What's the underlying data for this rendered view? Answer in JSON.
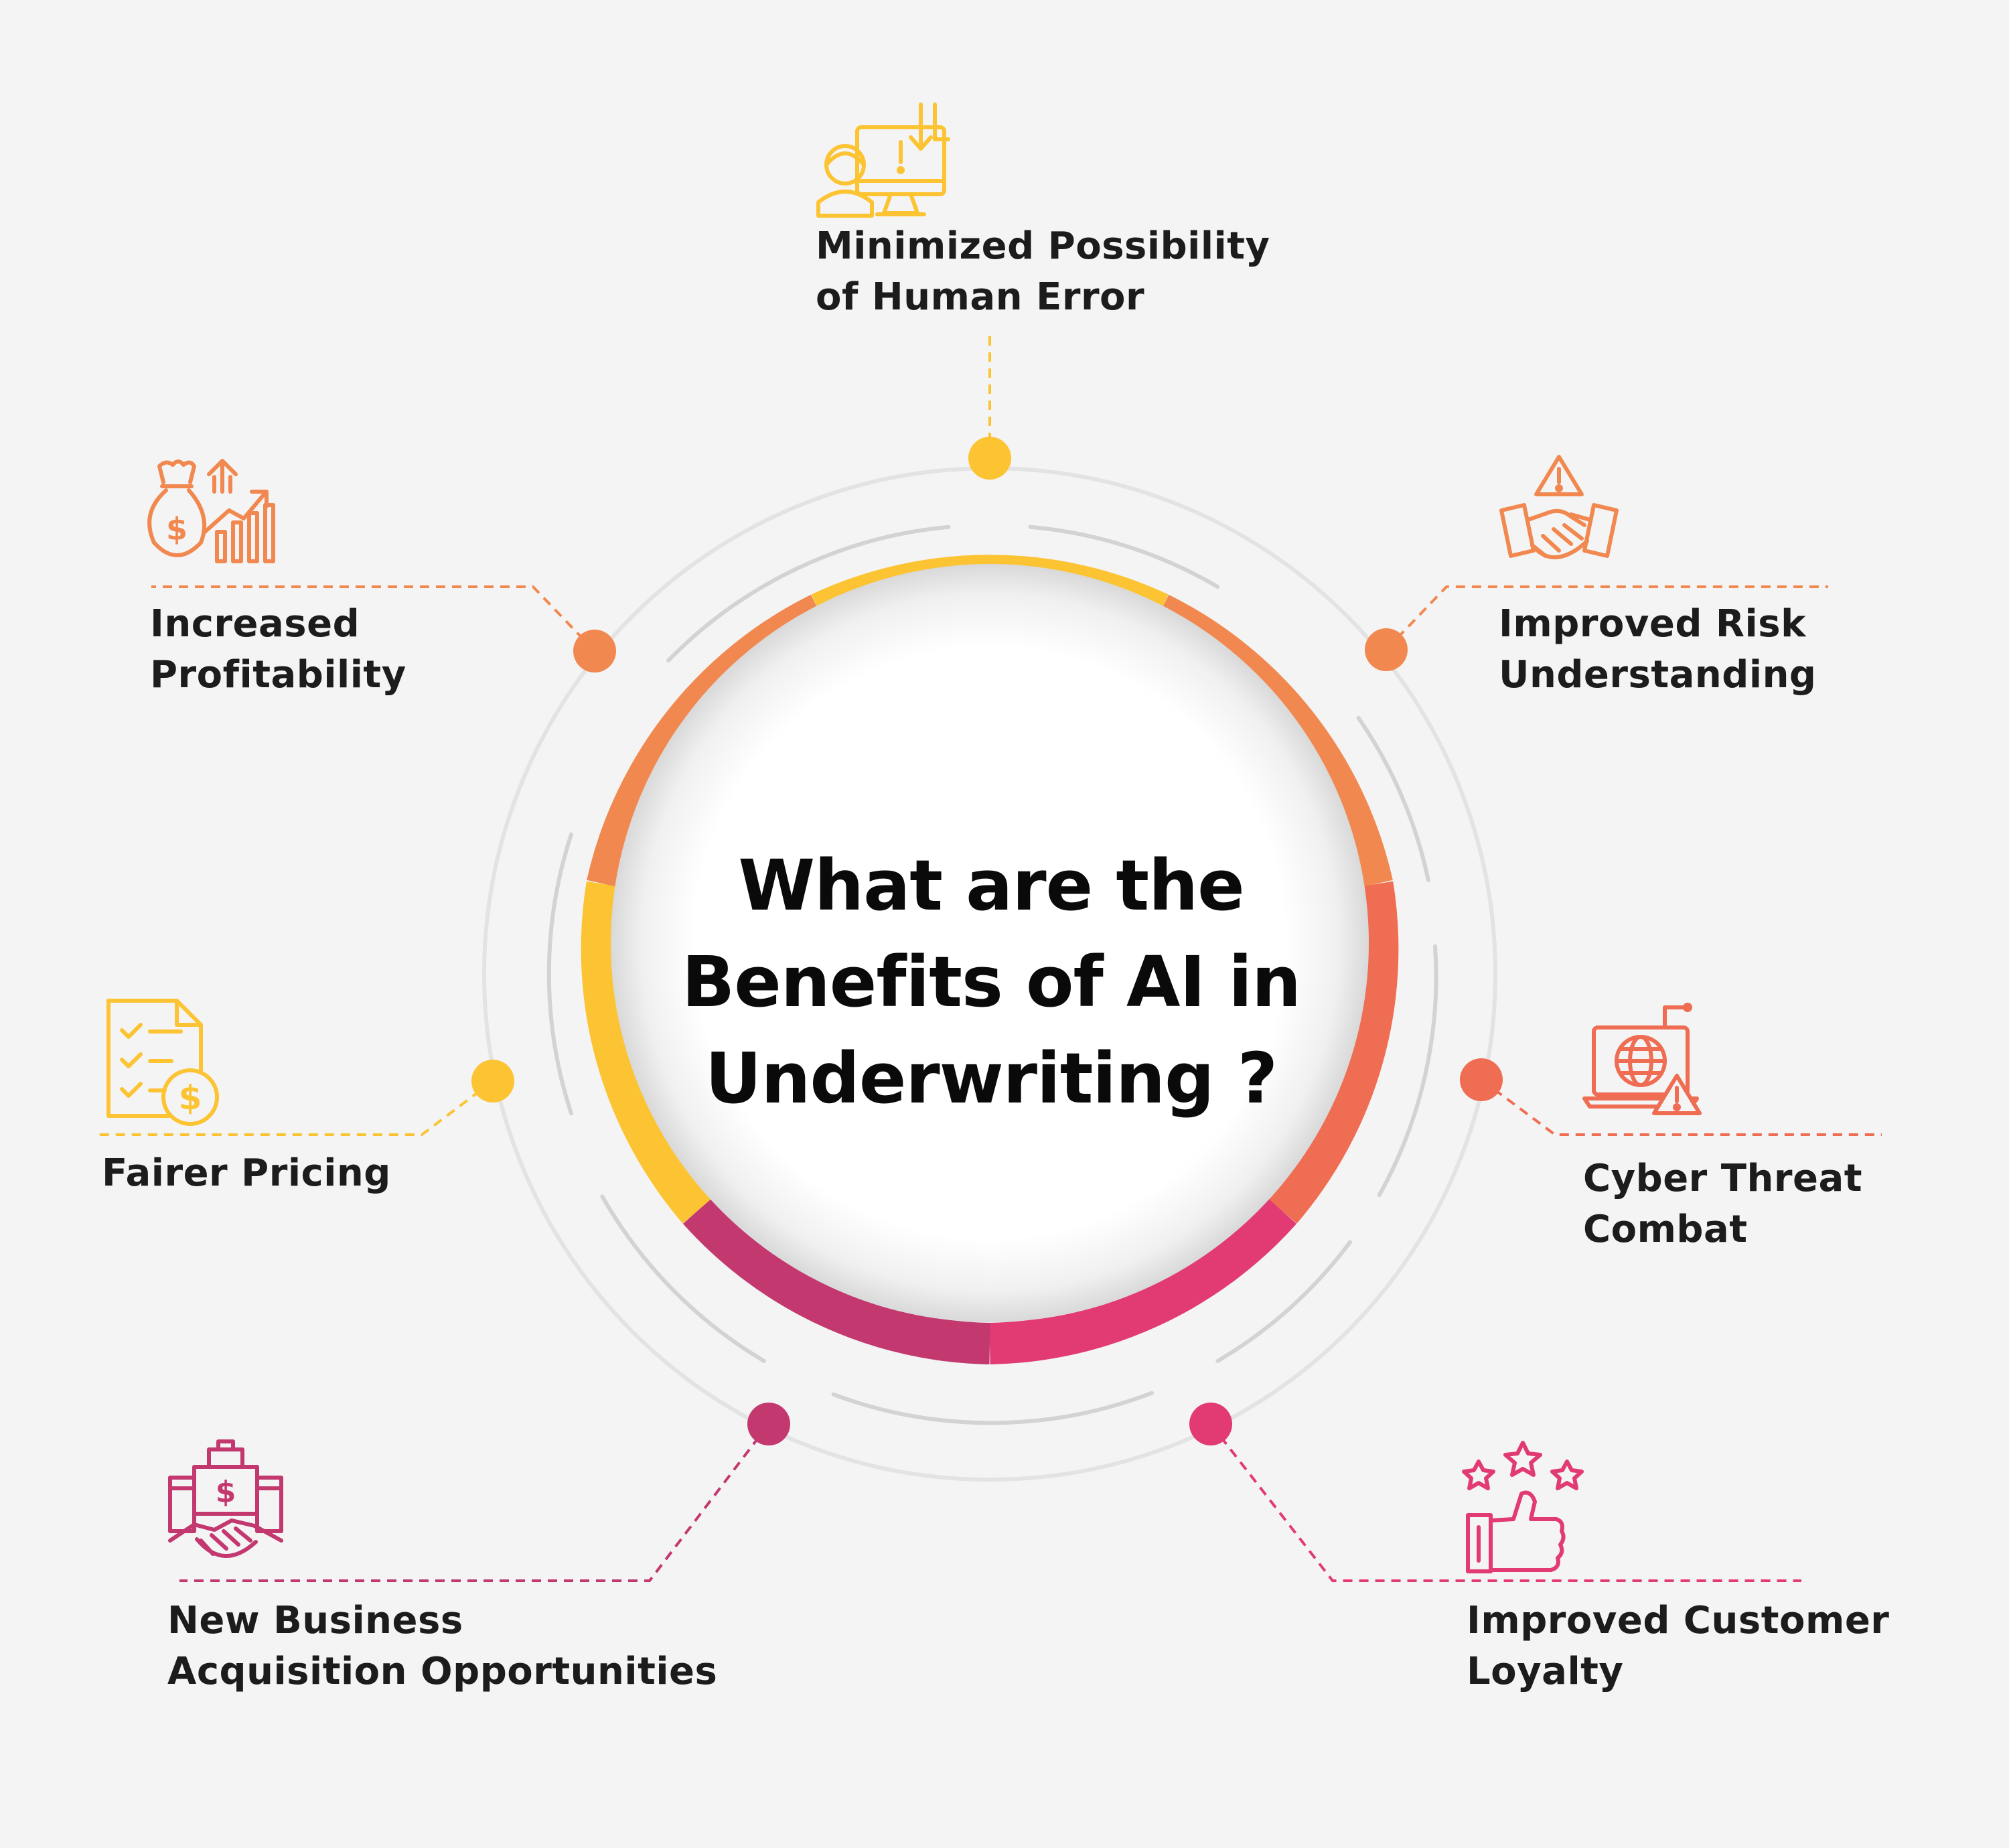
{
  "title": {
    "line1": "What are the",
    "line2": "Benefits of AI in",
    "line3": "Underwriting ?"
  },
  "benefits": [
    {
      "line1": "Minimized Possibility",
      "line2": "of Human Error",
      "icon": "computer-user-error-icon",
      "color": "#fcc333"
    },
    {
      "line1": "Improved Risk",
      "line2": "Understanding",
      "icon": "handshake-warning-icon",
      "color": "#f1884f"
    },
    {
      "line1": "Cyber Threat",
      "line2": "Combat",
      "icon": "laptop-globe-warning-icon",
      "color": "#ef6d53"
    },
    {
      "line1": "Improved Customer",
      "line2": "Loyalty",
      "icon": "thumbs-up-stars-icon",
      "color": "#e23a73"
    },
    {
      "line1": "New Business",
      "line2": "Acquisition Opportunities",
      "icon": "building-handshake-dollar-icon",
      "color": "#c2386f"
    },
    {
      "line1": "Fairer Pricing",
      "line2": "",
      "icon": "checklist-dollar-icon",
      "color": "#fcc333"
    },
    {
      "line1": "Increased",
      "line2": "Profitability",
      "icon": "money-bag-growth-chart-icon",
      "color": "#f1884f"
    }
  ]
}
